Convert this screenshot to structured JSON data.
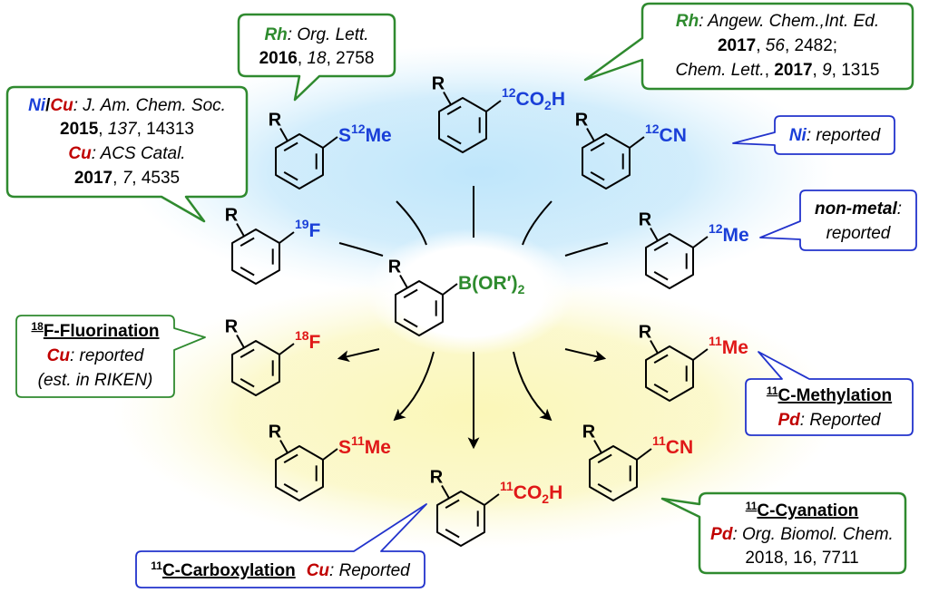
{
  "colors": {
    "blue": "#1a3fd8",
    "red": "#e01818",
    "green": "#2e8b2e",
    "darkred": "#c00000",
    "black": "#000000",
    "callout_green": "#2f8a2f",
    "callout_blue": "#2233cc"
  },
  "center": {
    "r": "R",
    "group": "B(OR′)",
    "sub": "2"
  },
  "molecules": {
    "co2h_12": {
      "r": "R",
      "iso": "12",
      "main": "CO",
      "sub": "2",
      "tail": "H"
    },
    "sme_12": {
      "r": "R",
      "pre": "S",
      "iso": "12",
      "main": "Me"
    },
    "cn_12": {
      "r": "R",
      "iso": "12",
      "main": "CN"
    },
    "f_19": {
      "r": "R",
      "iso": "19",
      "main": "F"
    },
    "me_12": {
      "r": "R",
      "iso": "12",
      "main": "Me"
    },
    "f_18": {
      "r": "R",
      "iso": "18",
      "main": "F"
    },
    "me_11": {
      "r": "R",
      "iso": "11",
      "main": "Me"
    },
    "sme_11": {
      "r": "R",
      "pre": "S",
      "iso": "11",
      "main": "Me"
    },
    "co2h_11": {
      "r": "R",
      "iso": "11",
      "main": "CO",
      "sub": "2",
      "tail": "H"
    },
    "cn_11": {
      "r": "R",
      "iso": "11",
      "main": "CN"
    }
  },
  "callouts": {
    "rh_2016": {
      "metal": "Rh",
      "sep": ": ",
      "journal": "Org. Lett.",
      "year": "2016",
      "c1": ", ",
      "vol": "18",
      "c2": ", ",
      "page": "2758"
    },
    "rh_2017": {
      "metal": "Rh",
      "sep": ": ",
      "journal1": "Angew. Chem.,Int. Ed.",
      "year1": "2017",
      "c1": ", ",
      "vol1": "56",
      "c2": ", ",
      "page1": "2482;",
      "journal2": "Chem. Lett.",
      "c3": ", ",
      "year2": "2017",
      "c4": ", ",
      "vol2": "9",
      "c5": ", ",
      "page2": "1315"
    },
    "ni_cu": {
      "metal1": "Ni",
      "slash": "/",
      "metal2": "Cu",
      "sep": ": ",
      "journal1": "J. Am. Chem. Soc.",
      "year1": "2015",
      "c1": ", ",
      "vol1": "137",
      "c2": ", ",
      "page1": "14313",
      "metal3": "Cu",
      "sep2": ": ",
      "journal2": "ACS Catal.",
      "year2": "2017",
      "c3": ", ",
      "vol2": "7",
      "c4": ", ",
      "page2": "4535"
    },
    "ni_reported": {
      "metal": "Ni",
      "sep": ": ",
      "text": "reported"
    },
    "non_metal": {
      "label": "non-metal",
      "sep": ":",
      "text": "reported"
    },
    "f18": {
      "iso": "18",
      "title": "F-Fluorination",
      "metal": "Cu",
      "sep": ": ",
      "text": "reported",
      "note": "(est. in RIKEN)"
    },
    "me11": {
      "iso": "11",
      "title": "C-Methylation",
      "metal": "Pd",
      "sep": ": ",
      "text": "Reported"
    },
    "carbox": {
      "iso": "11",
      "title": "C-Carboxylation",
      "metal": "Cu",
      "sep": ": ",
      "text": "Reported"
    },
    "cyan": {
      "iso": "11",
      "title": "C-Cyanation",
      "metal": "Pd",
      "sep": ": ",
      "journal": "Org. Biomol. Chem.",
      "cite": "2018, 16, 7711"
    }
  }
}
